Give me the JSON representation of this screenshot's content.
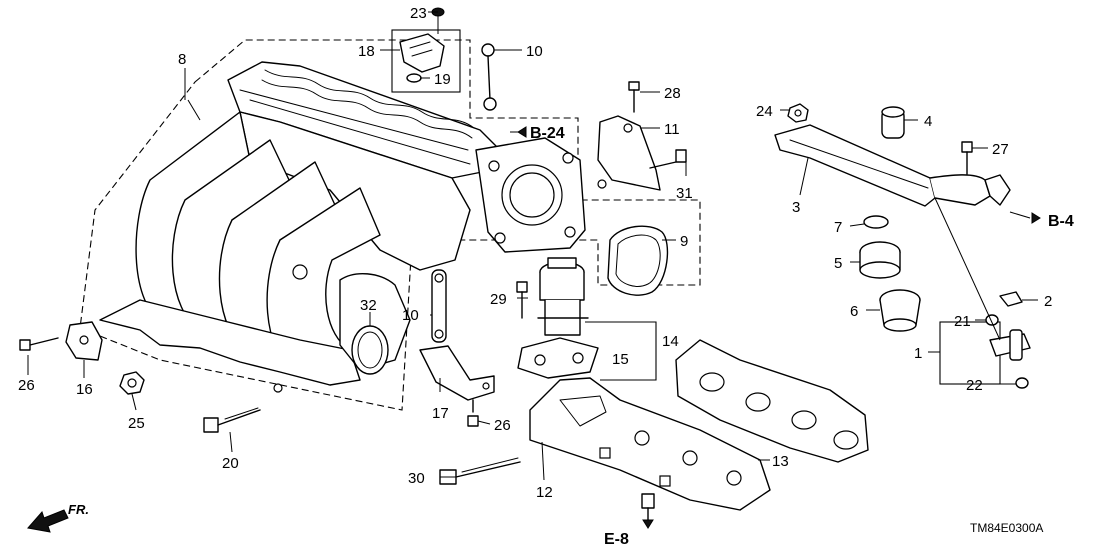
{
  "diagram": {
    "code": "TM84E0300A",
    "front_label": "FR.",
    "refs": {
      "b24": "B-24",
      "b4": "B-4",
      "e8": "E-8"
    },
    "callouts": {
      "p1": "1",
      "p2": "2",
      "p3": "3",
      "p4": "4",
      "p5": "5",
      "p6": "6",
      "p7": "7",
      "p8": "8",
      "p9": "9",
      "p10a": "10",
      "p10b": "10",
      "p11": "11",
      "p12": "12",
      "p13": "13",
      "p14": "14",
      "p15": "15",
      "p16": "16",
      "p17": "17",
      "p18": "18",
      "p19": "19",
      "p20": "20",
      "p21": "21",
      "p22": "22",
      "p23": "23",
      "p24": "24",
      "p25": "25",
      "p26a": "26",
      "p26b": "26",
      "p27": "27",
      "p28": "28",
      "p29": "29",
      "p30": "30",
      "p31": "31",
      "p32": "32"
    }
  }
}
